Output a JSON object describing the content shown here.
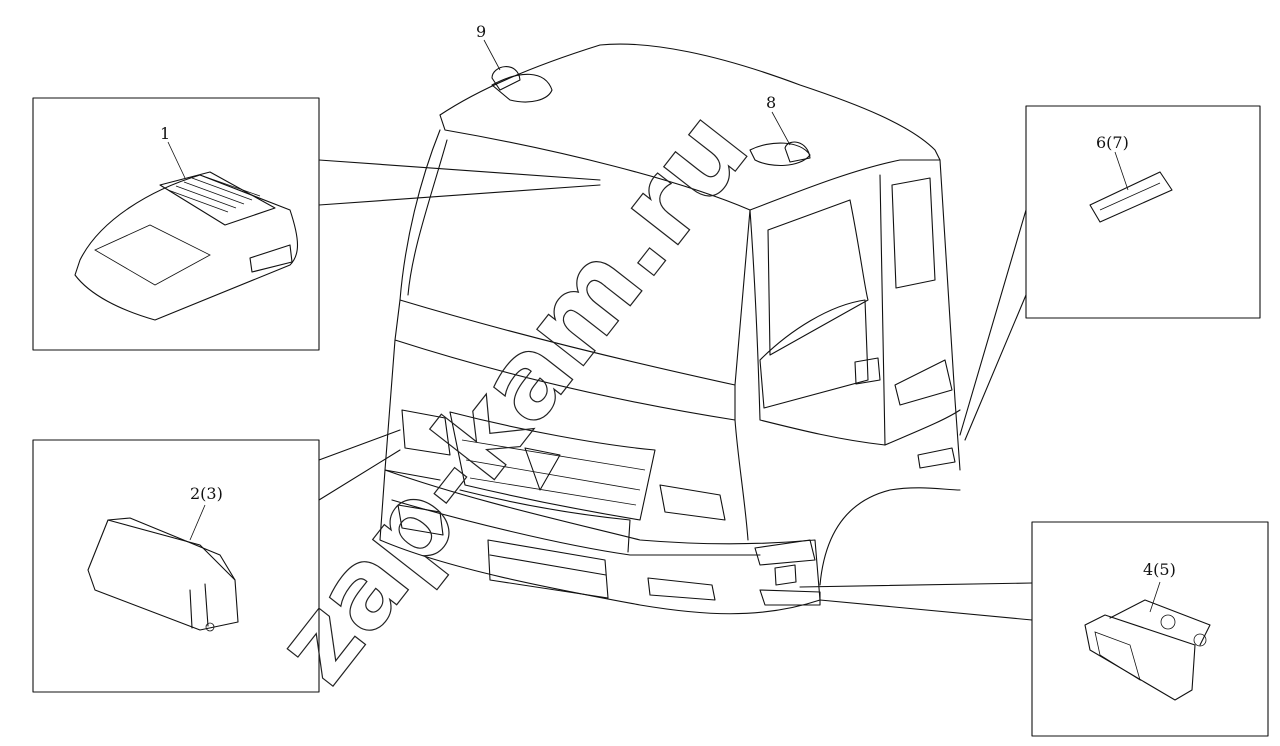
{
  "callouts": {
    "c1": "1",
    "c23": "2(3)",
    "c45": "4(5)",
    "c67": "6(7)",
    "c8": "8",
    "c9": "9"
  },
  "watermark": "zap-kam.ru",
  "colors": {
    "line": "#111111",
    "background": "#ffffff"
  }
}
